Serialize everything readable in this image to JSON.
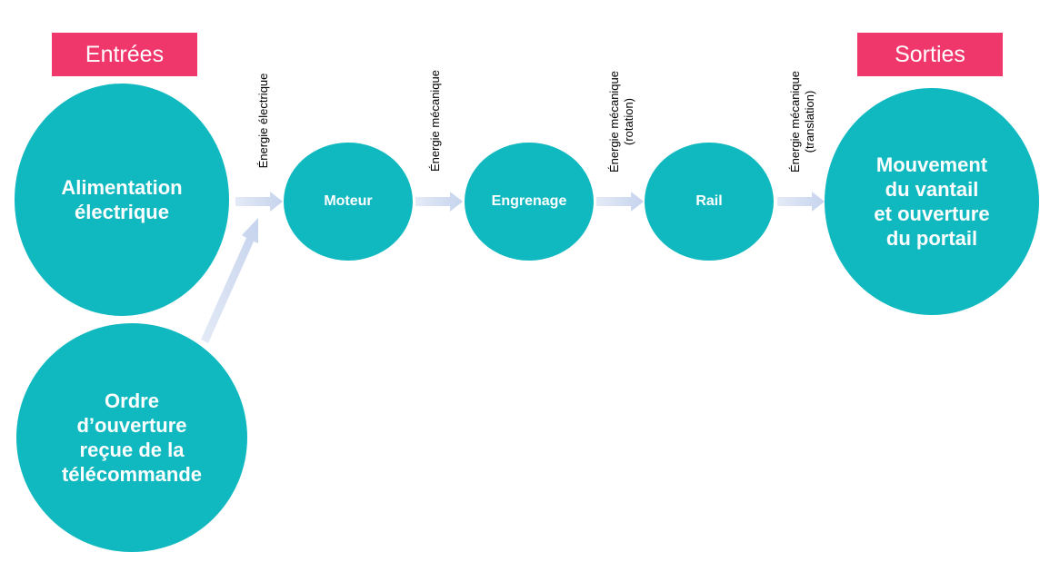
{
  "inputs_label": "Entrées",
  "outputs_label": "Sorties",
  "colors": {
    "tag": "#f0376b",
    "node": "#10b8c0",
    "arrow": "#cdd8ef"
  },
  "nodes": {
    "alimentation": "Alimentation\nélectrique",
    "ordre": "Ordre\nd’ouverture\nreçue de la\ntélécommande",
    "moteur": "Moteur",
    "engrenage": "Engrenage",
    "rail": "Rail",
    "mouvement": "Mouvement\ndu vantail\net ouverture\ndu portail"
  },
  "flows": {
    "energie_electrique": "Énergie électrique",
    "energie_mecanique": "Énergie mécanique",
    "energie_rotation": "Énergie mécanique\n(rotation)",
    "energie_translation": "Énergie mécanique\n(translation)"
  }
}
